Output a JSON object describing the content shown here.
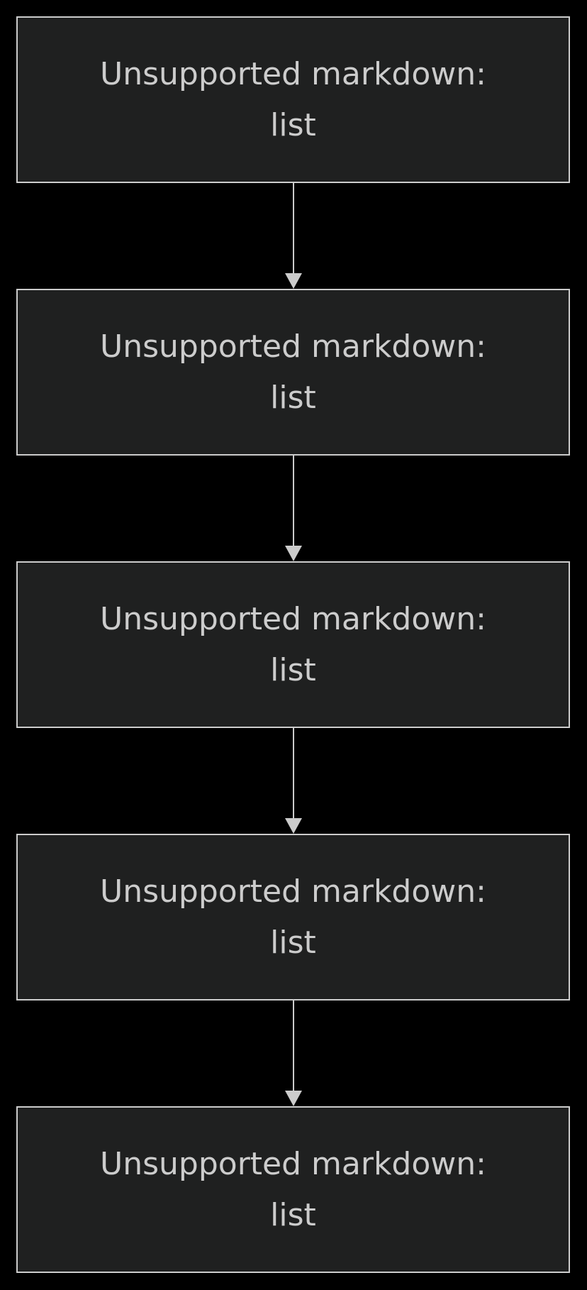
{
  "diagram": {
    "nodes": [
      {
        "label": "Unsupported markdown:\nlist"
      },
      {
        "label": "Unsupported markdown:\nlist"
      },
      {
        "label": "Unsupported markdown:\nlist"
      },
      {
        "label": "Unsupported markdown:\nlist"
      },
      {
        "label": "Unsupported markdown:\nlist"
      }
    ],
    "edges": [
      {
        "from": 0,
        "to": 1
      },
      {
        "from": 1,
        "to": 2
      },
      {
        "from": 2,
        "to": 3
      },
      {
        "from": 3,
        "to": 4
      }
    ],
    "colors": {
      "background": "#000000",
      "node_fill": "#1f2020",
      "node_border": "#cccccc",
      "text": "#cccccc",
      "edge": "#cccccc"
    }
  }
}
